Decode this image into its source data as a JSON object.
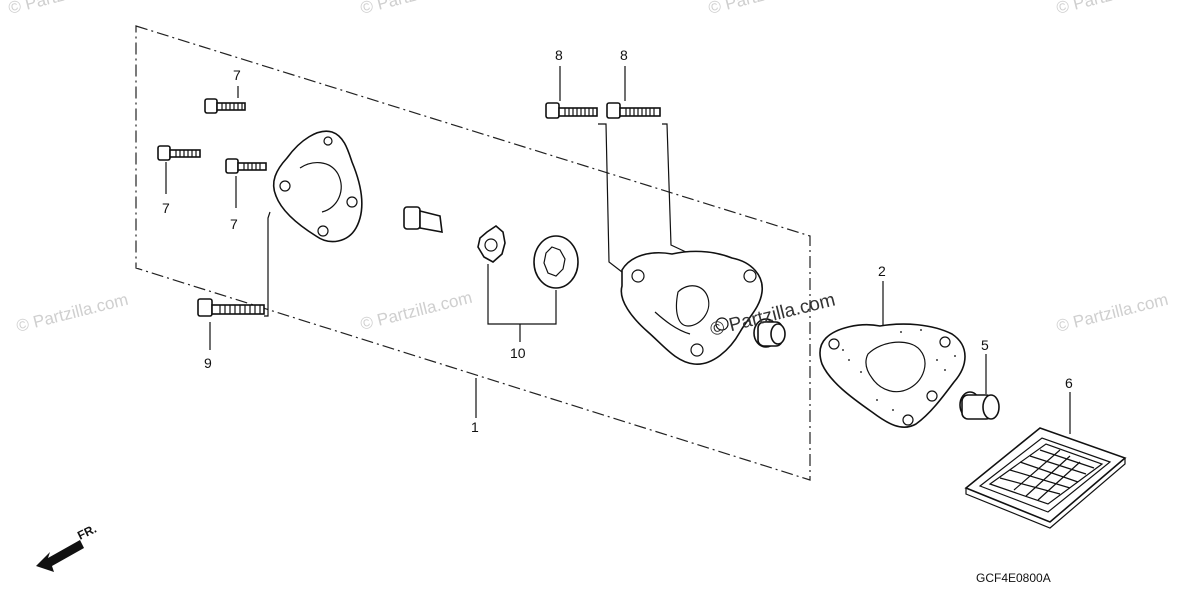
{
  "diagram": {
    "part_labels": {
      "p1": "1",
      "p2": "2",
      "p5": "5",
      "p6": "6",
      "p7a": "7",
      "p7b": "7",
      "p7c": "7",
      "p8a": "8",
      "p8b": "8",
      "p9": "9",
      "p10": "10"
    },
    "front_marker": "FR.",
    "diagram_code": "GCF4E0800A",
    "watermark_text": "© Partzilla.com",
    "watermark_center": "© Partzilla.com"
  }
}
